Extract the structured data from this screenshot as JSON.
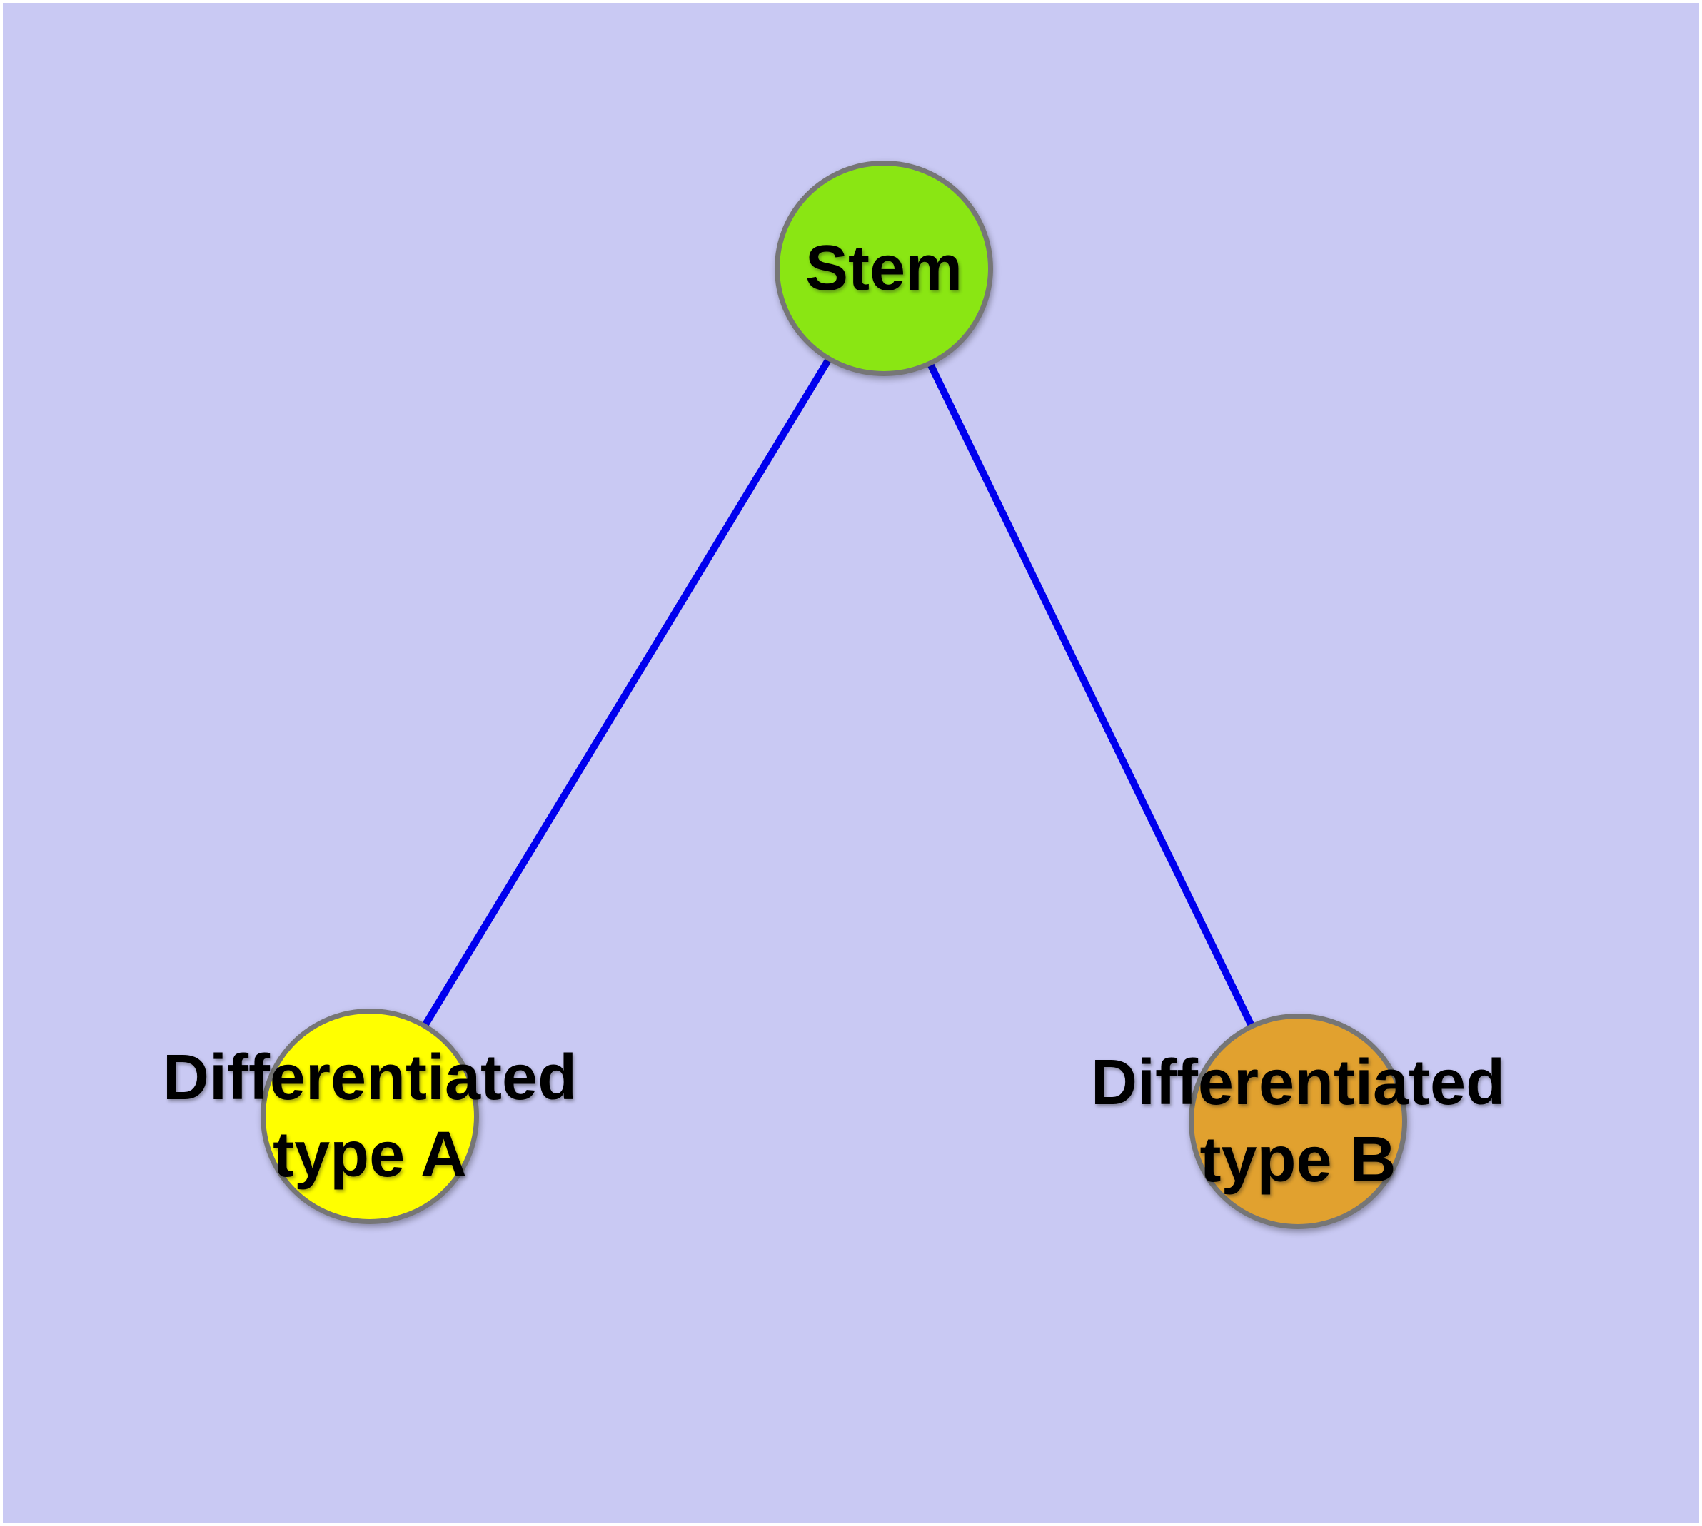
{
  "diagram": {
    "frame_color": "#FFFFFF",
    "background_color": "#C9C9F3",
    "edge_color": "#0000EE",
    "node_border_color": "#767676",
    "text_color": "#000000",
    "nodes": [
      {
        "id": "stem",
        "label_lines": [
          "Stem",
          ""
        ],
        "fill_color": "#8AE613"
      },
      {
        "id": "type-a",
        "label_lines": [
          "Differentiated",
          "type A"
        ],
        "fill_color": "#FFFF00"
      },
      {
        "id": "type-b",
        "label_lines": [
          "Differentiated",
          "type B"
        ],
        "fill_color": "#E1A12F"
      }
    ],
    "edges": [
      {
        "from": "Stem",
        "to": "Differentiated type A"
      },
      {
        "from": "Stem",
        "to": "Differentiated type B"
      }
    ]
  }
}
